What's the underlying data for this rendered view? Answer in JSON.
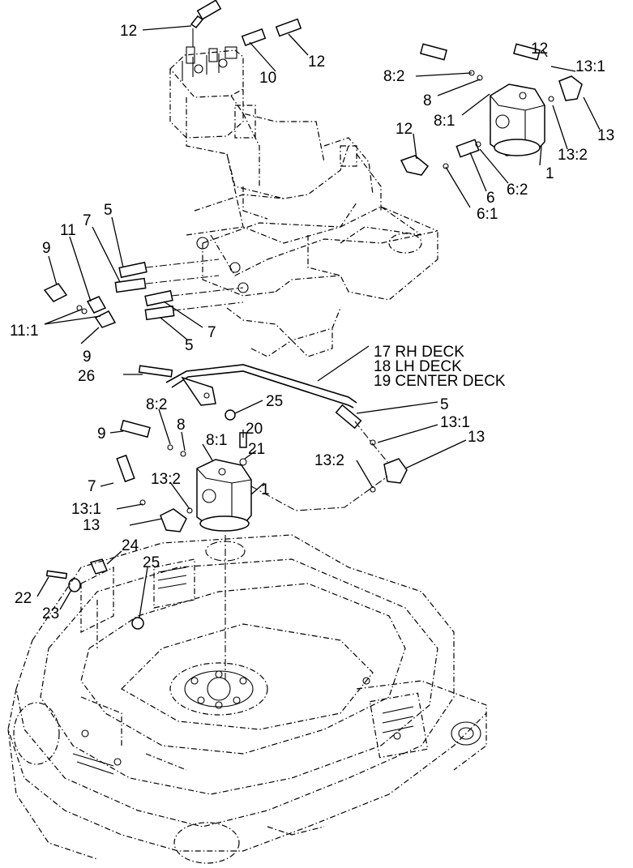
{
  "callouts": [
    {
      "id": "c12a",
      "text": "12"
    },
    {
      "id": "c12b",
      "text": "12"
    },
    {
      "id": "c10",
      "text": "10"
    },
    {
      "id": "c12c",
      "text": "12"
    },
    {
      "id": "c13_1a",
      "text": "13:1"
    },
    {
      "id": "c8_2a",
      "text": "8:2"
    },
    {
      "id": "c8a",
      "text": "8"
    },
    {
      "id": "c8_1a",
      "text": "8:1"
    },
    {
      "id": "c12d",
      "text": "12"
    },
    {
      "id": "c13a",
      "text": "13"
    },
    {
      "id": "c13_2a",
      "text": "13:2"
    },
    {
      "id": "c1a",
      "text": "1"
    },
    {
      "id": "c6_2",
      "text": "6:2"
    },
    {
      "id": "c6",
      "text": "6"
    },
    {
      "id": "c6_1",
      "text": "6:1"
    },
    {
      "id": "c5a",
      "text": "5"
    },
    {
      "id": "c11",
      "text": "11"
    },
    {
      "id": "c7a",
      "text": "7"
    },
    {
      "id": "c9a",
      "text": "9"
    },
    {
      "id": "c11_1",
      "text": "11:1"
    },
    {
      "id": "c7b",
      "text": "7"
    },
    {
      "id": "c5b",
      "text": "5"
    },
    {
      "id": "c9b",
      "text": "9"
    },
    {
      "id": "c17",
      "text": "17 RH DECK"
    },
    {
      "id": "c18",
      "text": "18 LH DECK"
    },
    {
      "id": "c19",
      "text": "19 CENTER DECK"
    },
    {
      "id": "c26",
      "text": "26"
    },
    {
      "id": "c25a",
      "text": "25"
    },
    {
      "id": "c5c",
      "text": "5"
    },
    {
      "id": "c13_1b",
      "text": "13:1"
    },
    {
      "id": "c13b",
      "text": "13"
    },
    {
      "id": "c8_2b",
      "text": "8:2"
    },
    {
      "id": "c8b",
      "text": "8"
    },
    {
      "id": "c20",
      "text": "20"
    },
    {
      "id": "c8_1b",
      "text": "8:1"
    },
    {
      "id": "c21",
      "text": "21"
    },
    {
      "id": "c9c",
      "text": "9"
    },
    {
      "id": "c13_2b",
      "text": "13:2"
    },
    {
      "id": "c7c",
      "text": "7"
    },
    {
      "id": "c13_1c",
      "text": "13:1"
    },
    {
      "id": "c1b",
      "text": "1"
    },
    {
      "id": "c13c",
      "text": "13"
    },
    {
      "id": "c13_2c",
      "text": "13:2"
    },
    {
      "id": "c24",
      "text": "24"
    },
    {
      "id": "c25b",
      "text": "25"
    },
    {
      "id": "c22",
      "text": "22"
    },
    {
      "id": "c23",
      "text": "23"
    }
  ]
}
